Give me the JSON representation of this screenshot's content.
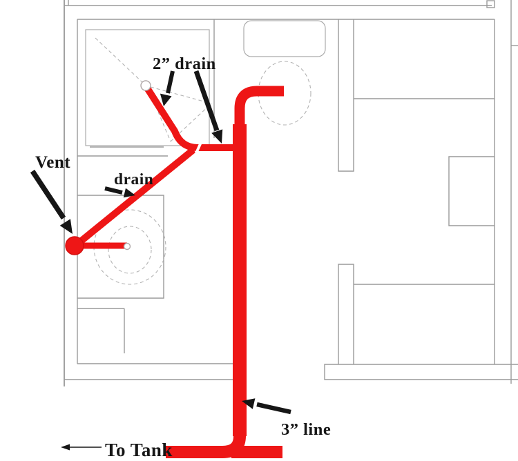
{
  "title": "Bathroom drain plumbing diagram over floor plan",
  "labels": {
    "drain_2in": "2” drain",
    "vent": "Vent",
    "drain": "drain",
    "line_3in": "3” line",
    "to_tank": "To Tank"
  },
  "colors": {
    "pipe_red": "#ee1616",
    "pipe_red_dark": "#d40f0f",
    "wall_gray": "#9a9a9a",
    "wall_dark": "#8a8a8a",
    "dash_gray": "#b3b3b3",
    "ink": "#161616",
    "background": "#ffffff"
  }
}
